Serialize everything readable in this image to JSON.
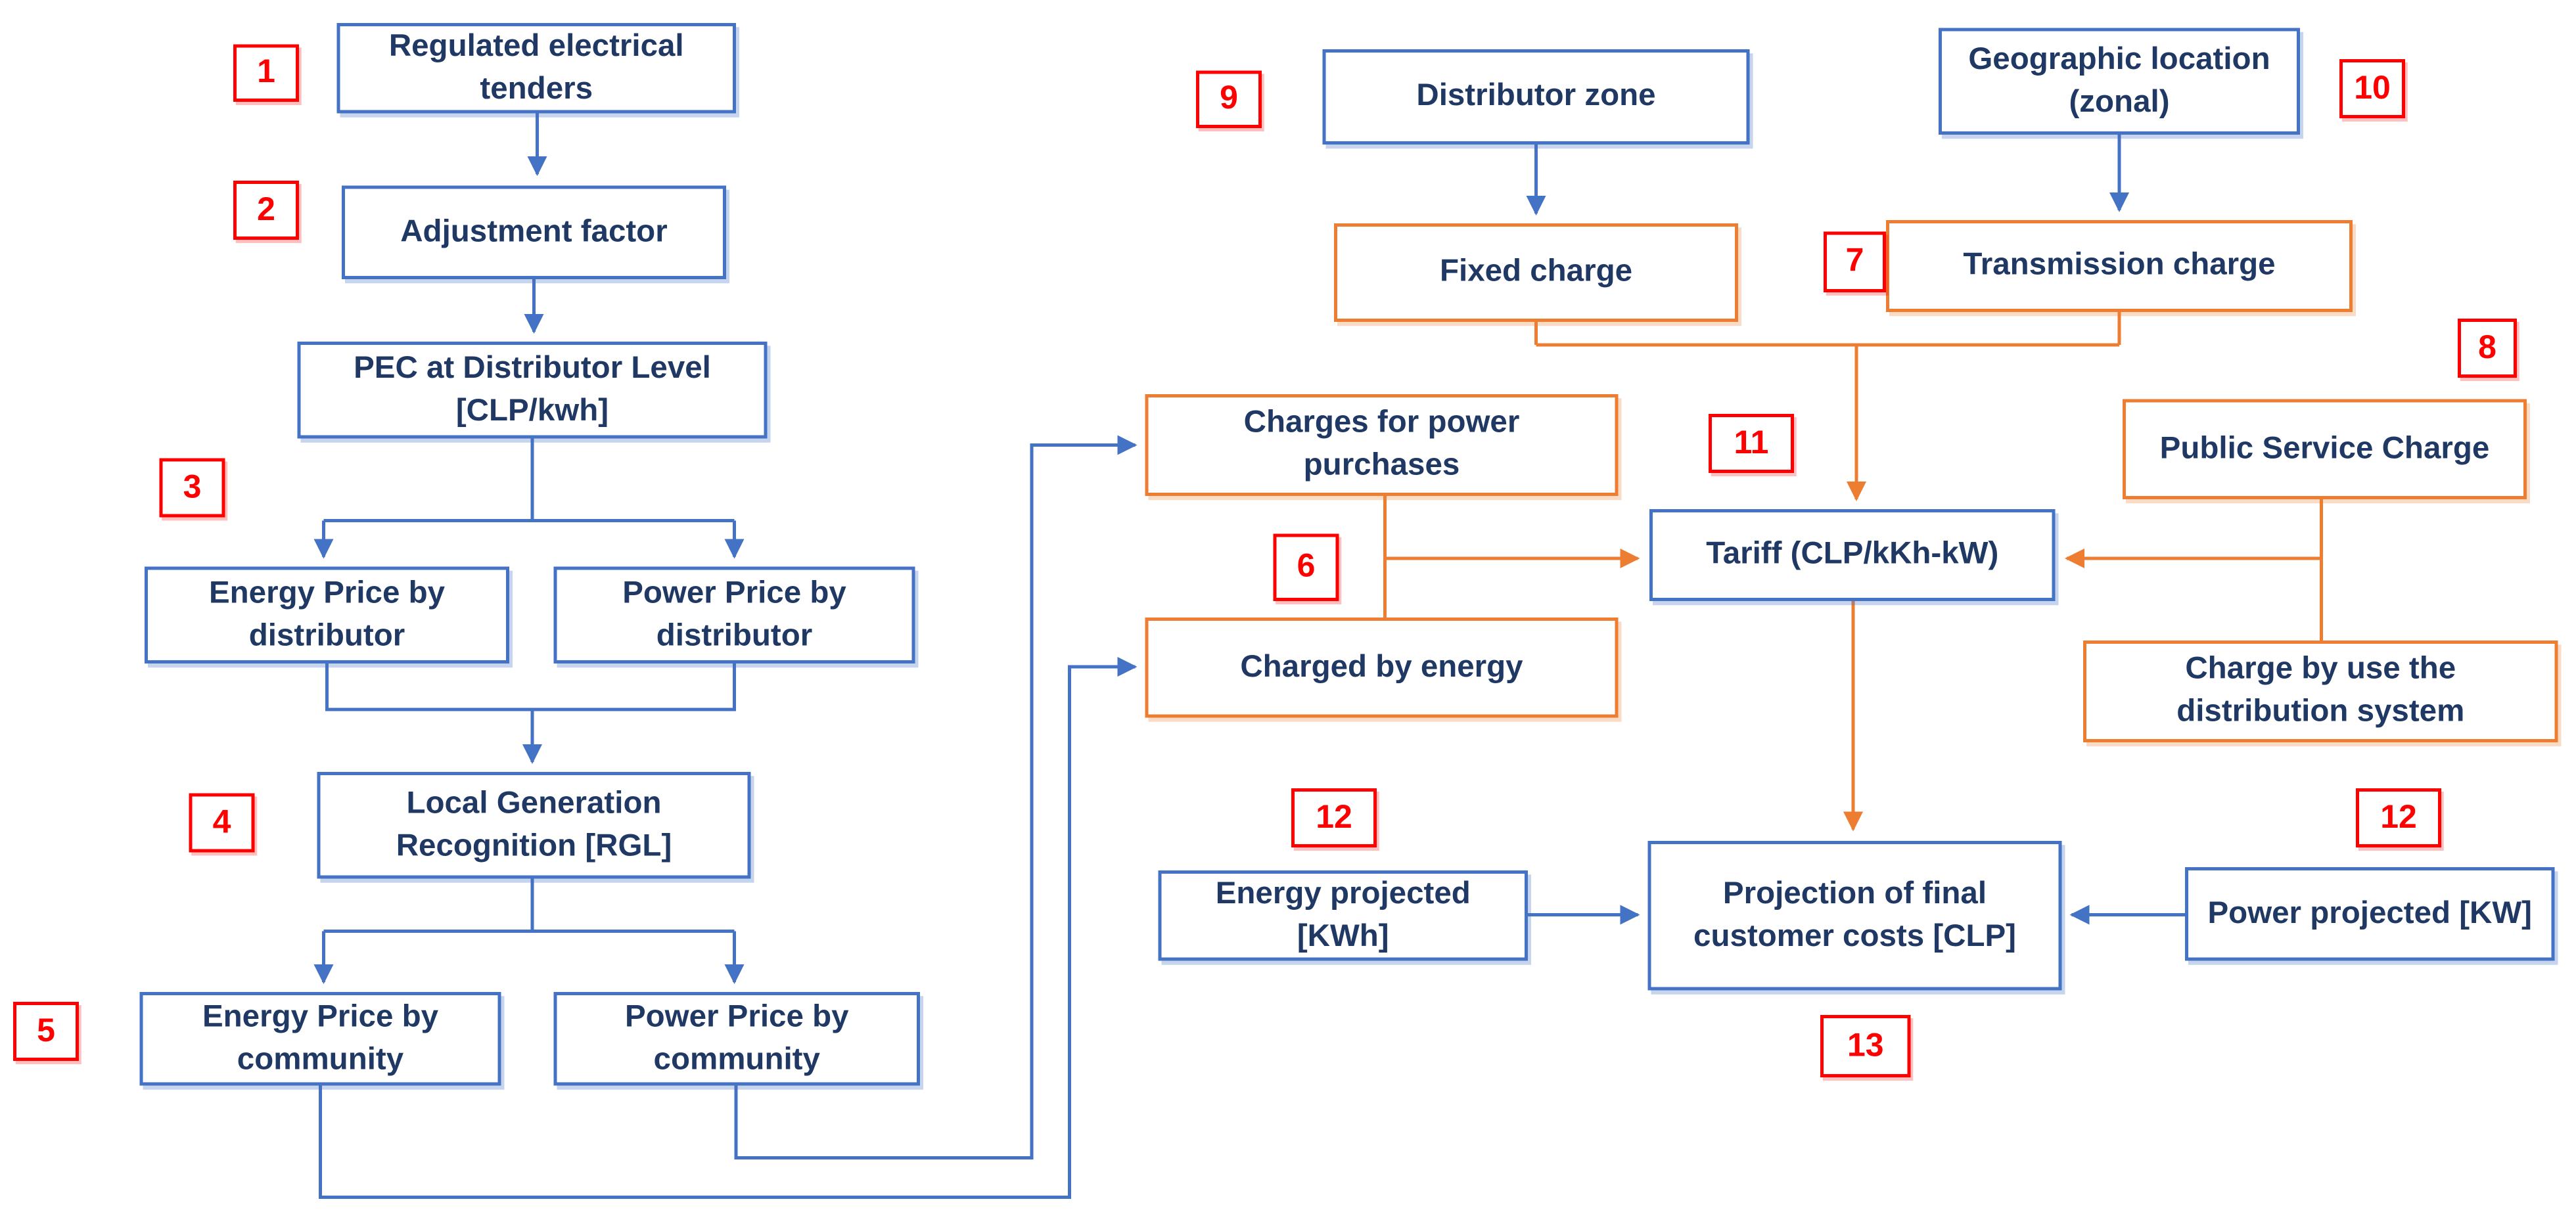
{
  "diagram": {
    "description": "Flowchart of regulated electrical tariff composition and projection of final customer costs",
    "colors": {
      "blue_border": "#4472C4",
      "orange_border": "#ED7D31",
      "badge_red": "#FF0000",
      "label_text": "#1F3864"
    },
    "nodes": [
      {
        "id": "regulated-electrical-tenders",
        "label": "Regulated electrical tenders",
        "style": "blue"
      },
      {
        "id": "adjustment-factor",
        "label": "Adjustment factor",
        "style": "blue"
      },
      {
        "id": "pec-distributor-level",
        "label": "PEC at Distributor Level [CLP/kwh]",
        "style": "blue"
      },
      {
        "id": "energy-price-distributor",
        "label": "Energy Price by distributor",
        "style": "blue"
      },
      {
        "id": "power-price-distributor",
        "label": "Power Price by distributor",
        "style": "blue"
      },
      {
        "id": "local-generation-recognition",
        "label": "Local Generation Recognition [RGL]",
        "style": "blue"
      },
      {
        "id": "energy-price-community",
        "label": "Energy Price by community",
        "style": "blue"
      },
      {
        "id": "power-price-community",
        "label": "Power Price by community",
        "style": "blue"
      },
      {
        "id": "distributor-zone",
        "label": "Distributor zone",
        "style": "blue"
      },
      {
        "id": "geographic-location-zonal",
        "label": "Geographic location (zonal)",
        "style": "blue"
      },
      {
        "id": "fixed-charge",
        "label": "Fixed charge",
        "style": "orange"
      },
      {
        "id": "transmission-charge",
        "label": "Transmission charge",
        "style": "orange"
      },
      {
        "id": "charges-for-power-purchases",
        "label": "Charges for power purchases",
        "style": "orange"
      },
      {
        "id": "charged-by-energy",
        "label": "Charged by energy",
        "style": "orange"
      },
      {
        "id": "public-service-charge",
        "label": "Public Service Charge",
        "style": "orange"
      },
      {
        "id": "charge-by-use-distribution-system",
        "label": "Charge by use the distribution system",
        "style": "orange"
      },
      {
        "id": "tariff",
        "label": "Tariff (CLP/kKh-kW)",
        "style": "blue"
      },
      {
        "id": "energy-projected",
        "label": "Energy projected [KWh]",
        "style": "blue"
      },
      {
        "id": "power-projected",
        "label": "Power projected [KW]",
        "style": "blue"
      },
      {
        "id": "projection-final-customer-costs",
        "label": "Projection of final customer costs [CLP]",
        "style": "blue"
      }
    ],
    "badges": [
      "1",
      "2",
      "3",
      "4",
      "5",
      "6",
      "7",
      "8",
      "9",
      "10",
      "11",
      "12",
      "12",
      "13"
    ]
  }
}
